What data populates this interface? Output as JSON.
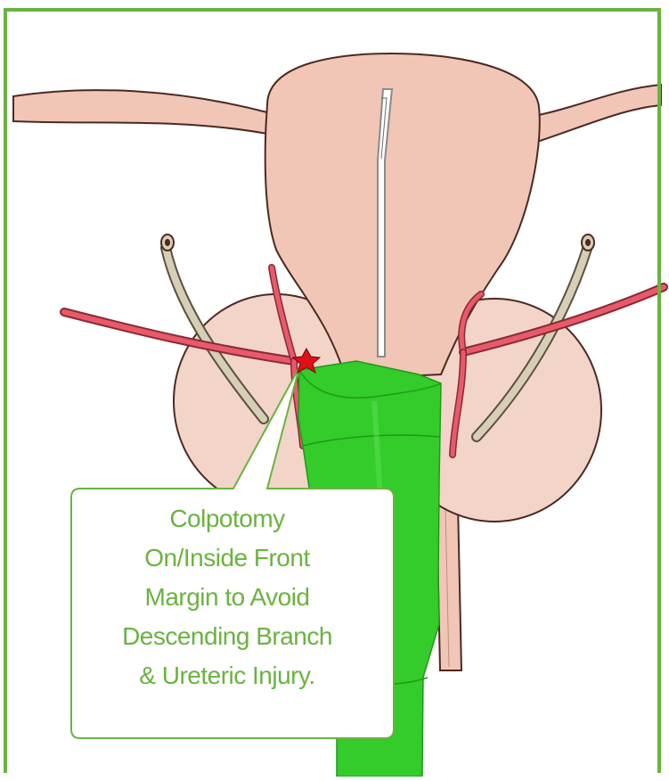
{
  "callout": {
    "lines": [
      "Colpotomy",
      "On/Inside Front",
      "Margin to Avoid",
      "Descending Branch",
      "& Ureteric Injury."
    ]
  },
  "colors": {
    "frame": "#6ab33f",
    "callout_text": "#6ab33f",
    "tissue": "#f1c6b6",
    "tissue_outline": "#4a2a22",
    "artery": "#e85a6a",
    "manipulator": "#33cc2a",
    "marker_star": "#e0101a",
    "ureter_tube": "#c9c2a8"
  }
}
